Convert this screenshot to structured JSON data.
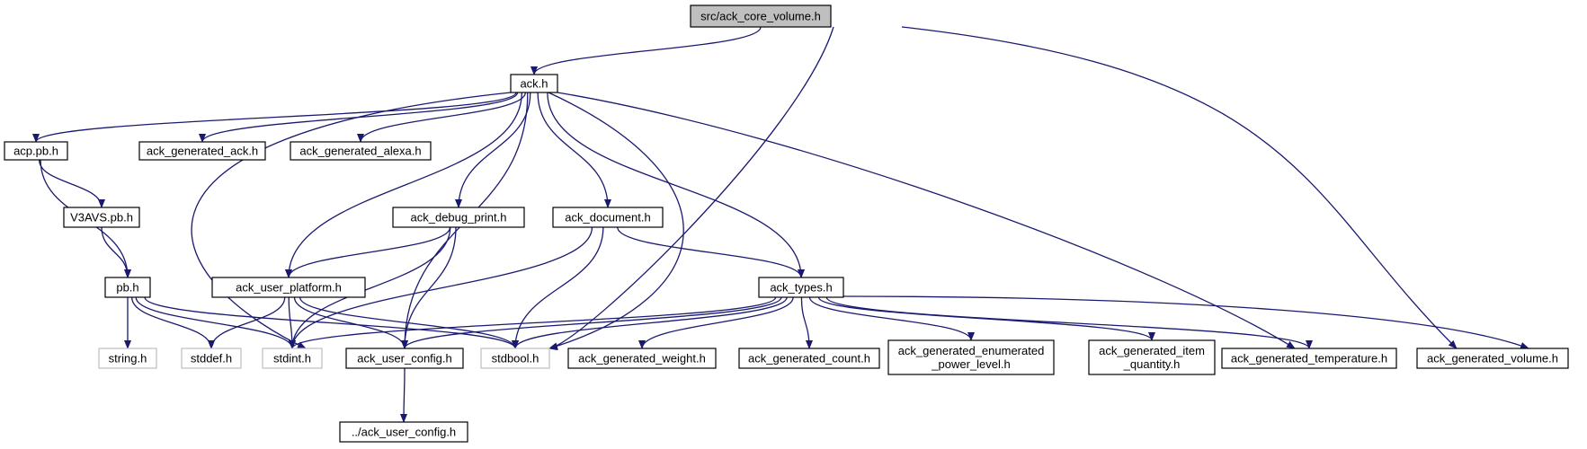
{
  "graph": {
    "edge_color": "#191970",
    "root_fill": "#bfbfbf",
    "system_border": "#bfbfbf",
    "nodes": [
      {
        "id": "root",
        "lines": [
          "src/ack_core_volume.h"
        ],
        "style": "root"
      },
      {
        "id": "ack_h",
        "lines": [
          "ack.h"
        ],
        "style": "normal"
      },
      {
        "id": "acp_pb",
        "lines": [
          "acp.pb.h"
        ],
        "style": "normal"
      },
      {
        "id": "gen_ack",
        "lines": [
          "ack_generated_ack.h"
        ],
        "style": "normal"
      },
      {
        "id": "gen_alexa",
        "lines": [
          "ack_generated_alexa.h"
        ],
        "style": "normal"
      },
      {
        "id": "v3avs",
        "lines": [
          "V3AVS.pb.h"
        ],
        "style": "normal"
      },
      {
        "id": "debug",
        "lines": [
          "ack_debug_print.h"
        ],
        "style": "normal"
      },
      {
        "id": "document",
        "lines": [
          "ack_document.h"
        ],
        "style": "normal"
      },
      {
        "id": "pb",
        "lines": [
          "pb.h"
        ],
        "style": "normal"
      },
      {
        "id": "platform",
        "lines": [
          "ack_user_platform.h"
        ],
        "style": "normal"
      },
      {
        "id": "types",
        "lines": [
          "ack_types.h"
        ],
        "style": "normal"
      },
      {
        "id": "string",
        "lines": [
          "string.h"
        ],
        "style": "system"
      },
      {
        "id": "stddef",
        "lines": [
          "stddef.h"
        ],
        "style": "system"
      },
      {
        "id": "stdint",
        "lines": [
          "stdint.h"
        ],
        "style": "system"
      },
      {
        "id": "userconfig",
        "lines": [
          "ack_user_config.h"
        ],
        "style": "normal"
      },
      {
        "id": "stdbool",
        "lines": [
          "stdbool.h"
        ],
        "style": "system"
      },
      {
        "id": "weight",
        "lines": [
          "ack_generated_weight.h"
        ],
        "style": "normal"
      },
      {
        "id": "count",
        "lines": [
          "ack_generated_count.h"
        ],
        "style": "normal"
      },
      {
        "id": "power",
        "lines": [
          "ack_generated_enumerated",
          "_power_level.h"
        ],
        "style": "normal"
      },
      {
        "id": "itemqty",
        "lines": [
          "ack_generated_item",
          "_quantity.h"
        ],
        "style": "normal"
      },
      {
        "id": "temp",
        "lines": [
          "ack_generated_temperature.h"
        ],
        "style": "normal"
      },
      {
        "id": "volume",
        "lines": [
          "ack_generated_volume.h"
        ],
        "style": "normal"
      },
      {
        "id": "dotdot_config",
        "lines": [
          "../ack_user_config.h"
        ],
        "style": "normal"
      }
    ],
    "edges": [
      [
        "root",
        "ack_h"
      ],
      [
        "root",
        "stdbool"
      ],
      [
        "root",
        "volume"
      ],
      [
        "ack_h",
        "acp_pb"
      ],
      [
        "ack_h",
        "gen_ack"
      ],
      [
        "ack_h",
        "gen_alexa"
      ],
      [
        "ack_h",
        "debug"
      ],
      [
        "ack_h",
        "document"
      ],
      [
        "ack_h",
        "platform"
      ],
      [
        "ack_h",
        "types"
      ],
      [
        "ack_h",
        "stdint"
      ],
      [
        "ack_h",
        "userconfig"
      ],
      [
        "ack_h",
        "stdbool"
      ],
      [
        "ack_h",
        "temp"
      ],
      [
        "acp_pb",
        "v3avs"
      ],
      [
        "acp_pb",
        "pb"
      ],
      [
        "v3avs",
        "pb"
      ],
      [
        "debug",
        "platform"
      ],
      [
        "debug",
        "stdint"
      ],
      [
        "debug",
        "userconfig"
      ],
      [
        "document",
        "types"
      ],
      [
        "document",
        "stdint"
      ],
      [
        "document",
        "stdbool"
      ],
      [
        "pb",
        "string"
      ],
      [
        "pb",
        "stddef"
      ],
      [
        "pb",
        "stdint"
      ],
      [
        "pb",
        "stdbool"
      ],
      [
        "platform",
        "stddef"
      ],
      [
        "platform",
        "stdint"
      ],
      [
        "platform",
        "userconfig"
      ],
      [
        "platform",
        "stdbool"
      ],
      [
        "types",
        "stdint"
      ],
      [
        "types",
        "userconfig"
      ],
      [
        "types",
        "stdbool"
      ],
      [
        "types",
        "weight"
      ],
      [
        "types",
        "count"
      ],
      [
        "types",
        "power"
      ],
      [
        "types",
        "itemqty"
      ],
      [
        "types",
        "temp"
      ],
      [
        "types",
        "volume"
      ],
      [
        "userconfig",
        "dotdot_config"
      ]
    ]
  }
}
